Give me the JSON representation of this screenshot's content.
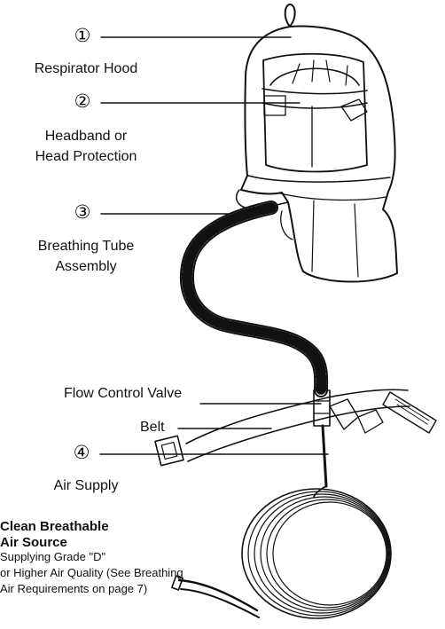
{
  "callouts": [
    {
      "number": "①",
      "label_lines": [
        "Respirator Hood"
      ]
    },
    {
      "number": "②",
      "label_lines": [
        "Headband or",
        "Head Protection"
      ]
    },
    {
      "number": "③",
      "label_lines": [
        "Breathing Tube",
        "Assembly"
      ]
    },
    {
      "number": "④",
      "label_lines": [
        "Air Supply"
      ]
    }
  ],
  "side_labels": {
    "flow_control_valve": "Flow Control Valve",
    "belt": "Belt"
  },
  "air_source": {
    "title_lines": [
      "Clean Breathable",
      "Air Source"
    ],
    "body_lines": [
      "Supplying Grade \"D\"",
      "or Higher Air Quality (See Breathing",
      "Air Requirements on page 7)"
    ]
  },
  "icons": [
    "respirator-hood-icon",
    "breathing-tube-icon",
    "flow-control-valve-icon",
    "belt-icon",
    "air-supply-hose-coil-icon"
  ]
}
